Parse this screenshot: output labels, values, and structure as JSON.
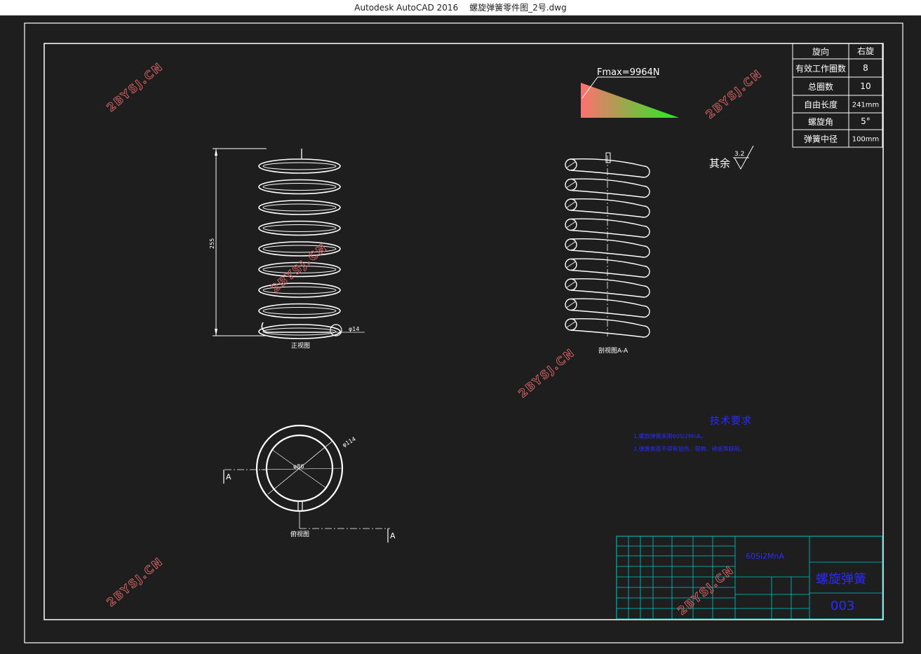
{
  "window": {
    "app": "Autodesk AutoCAD 2016",
    "file": "螺旋弹簧零件图_2号.dwg"
  },
  "param_table": [
    {
      "name": "旋向",
      "value": "右旋"
    },
    {
      "name": "有效工作圈数",
      "value": "8"
    },
    {
      "name": "总圈数",
      "value": "10"
    },
    {
      "name": "自由长度",
      "value": "241mm"
    },
    {
      "name": "螺旋角",
      "value": "5°"
    },
    {
      "name": "弹簧中径",
      "value": "100mm"
    }
  ],
  "force": {
    "label": "Fmax=9964N"
  },
  "roughness": {
    "label": "其余",
    "value": "3.2"
  },
  "views": {
    "front": {
      "caption": "正视图",
      "dim_length": "255",
      "dim_wire": "φ14"
    },
    "section": {
      "caption": "剖视图A-A"
    },
    "top": {
      "caption": "俯视图",
      "dim_outer": "φ114",
      "dim_inner": "φ86",
      "section_mark": "A"
    }
  },
  "tech": {
    "title": "技术要求",
    "lines": [
      "1.螺旋弹簧采用60Si2MnA。",
      "2.弹簧表面不得有划伤、裂痕、锈斑等缺陷。"
    ]
  },
  "title_block": {
    "material": "60Si2MnA",
    "part_name": "螺旋弹簧",
    "drawing_no": "003"
  },
  "watermark": "2BYSJ.CN",
  "colors": {
    "background": "#1e1e1e",
    "lines": "#ffffff",
    "table_border": "#00c8c8",
    "blue_text": "#2b2bff",
    "force_start": "#ff6f6f",
    "force_end": "#22ee22",
    "watermark": "#d06060"
  }
}
